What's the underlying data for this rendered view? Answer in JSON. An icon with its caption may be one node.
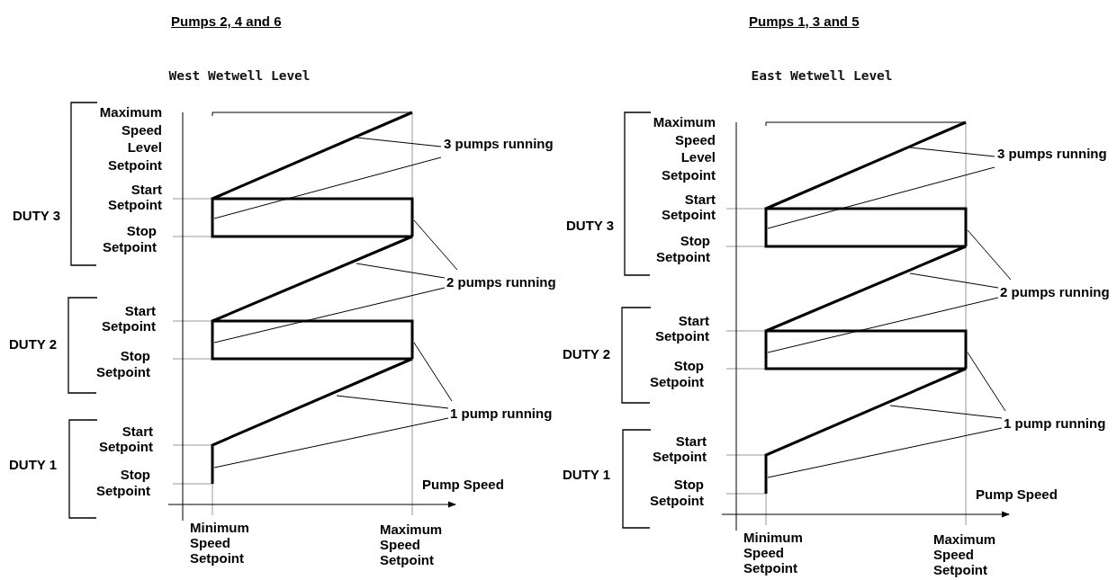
{
  "diagram": {
    "nodes": [
      {
        "text": [
          "3 pumps running"
        ]
      },
      {
        "text": [
          "2 pumps running"
        ]
      },
      {
        "text": [
          "1 pump running"
        ]
      },
      {
        "text": [
          "3 pumps running"
        ]
      },
      {
        "text": [
          "2 pumps running"
        ]
      },
      {
        "text": [
          "1 pump running"
        ]
      },
      {
        "text": [],
        "shape": "line"
      },
      {
        "text": [],
        "shape": "line"
      }
    ],
    "edges": [
      {
        "from": 0,
        "to": 6,
        "arrow": "none"
      },
      {
        "from": 0,
        "to": 6,
        "arrow": "none"
      },
      {
        "from": 1,
        "to": 6,
        "arrow": "none"
      },
      {
        "from": 1,
        "to": 6,
        "arrow": "none"
      },
      {
        "from": 1,
        "to": 6,
        "arrow": "none"
      },
      {
        "from": 2,
        "to": 6,
        "arrow": "none"
      },
      {
        "from": 2,
        "to": 6,
        "arrow": "none"
      },
      {
        "from": 2,
        "to": 6,
        "arrow": "none"
      },
      {
        "from": 3,
        "to": 7,
        "arrow": "none"
      },
      {
        "from": 3,
        "to": 7,
        "arrow": "none"
      },
      {
        "from": 4,
        "to": 7,
        "arrow": "none"
      },
      {
        "from": 4,
        "to": 7,
        "arrow": "none"
      },
      {
        "from": 4,
        "to": 7,
        "arrow": "none"
      },
      {
        "from": 5,
        "to": 7,
        "arrow": "none"
      },
      {
        "from": 5,
        "to": 7,
        "arrow": "none"
      },
      {
        "from": 5,
        "to": 7,
        "arrow": "none"
      }
    ],
    "labels": [
      "Pumps 2, 4 and 6",
      "Pumps 1, 3 and 5",
      "West Wetwell Level",
      "Maximum Speed Level Setpoint",
      "Start Setpoint",
      "Stop Setpoint",
      "DUTY 3",
      "Start Setpoint",
      "Stop Setpoint",
      "DUTY 2",
      "Start Setpoint",
      "Stop Setpoint",
      "DUTY 1",
      "Pump Speed",
      "Minimum Speed Setpoint",
      "Maximum Speed Setpoint",
      "East Wetwell Level",
      "Maximum Speed Level Setpoint",
      "Start Setpoint",
      "Stop Setpoint",
      "DUTY 3",
      "Start Setpoint",
      "Stop Setpoint",
      "DUTY 2",
      "Start Setpoint",
      "Stop Setpoint",
      "DUTY 1",
      "Pump Speed",
      "Minimum Speed Setpoint",
      "Maximum Speed Setpoint"
    ]
  }
}
